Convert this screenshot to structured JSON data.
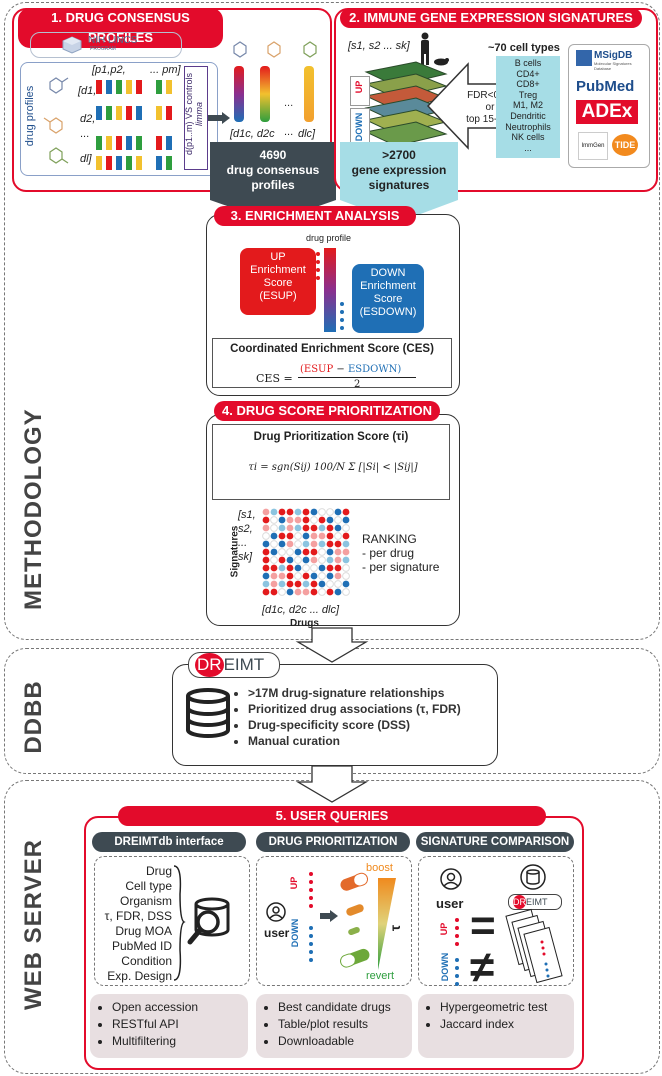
{
  "sections": {
    "methodology": "METHODOLOGY",
    "ddbb": "DDBB",
    "webserver": "WEB SERVER"
  },
  "panel1": {
    "title": "1. DRUG CONSENSUS PROFILES",
    "nih_logo": "NIH LINCS",
    "nih_program": "PROGRAM",
    "drug_profiles_label": "drug profiles",
    "p_header_left": "[p1,p2,",
    "p_header_right": "... pm]",
    "row_d1": "[d1,",
    "row_d2": "d2,",
    "row_dots": "...",
    "row_dl": "dl]",
    "limma_label": "d(p1..m) VS controls",
    "limma_italic": "limma",
    "consensus_header": "[d1c, d2c",
    "consensus_dots": "...",
    "consensus_dlc": "dlc]",
    "count": "4690",
    "count_label_1": "drug consensus",
    "count_label_2": "profiles"
  },
  "panel2": {
    "title": "2. IMMUNE GENE EXPRESSION SIGNATURES",
    "s_header": "[s1, s2 ... sk]",
    "up": "UP",
    "down": "DOWN",
    "cell_types_title": "~70 cell types",
    "cell_types": [
      "B cells",
      "CD4+",
      "CD8+",
      "Treg",
      "M1, M2",
      "Dendritic",
      "Neutrophils",
      "NK cells",
      "..."
    ],
    "fdr_1": "FDR<0.05",
    "fdr_2": "or",
    "fdr_3": "top 15-200",
    "count": ">2700",
    "count_label_1": "gene expression",
    "count_label_2": "signatures",
    "logos": [
      "MSigDB",
      "PubMed",
      "ADEx",
      "ImmGen",
      "TIDE"
    ],
    "msig_sub": "Molecular Signatures Database"
  },
  "panel3": {
    "title": "3. ENRICHMENT ANALYSIS",
    "drug_profile": "drug profile",
    "up_1": "UP",
    "up_2": "Enrichment",
    "up_3": "Score",
    "up_4": "(ESUP)",
    "down_1": "DOWN",
    "down_2": "Enrichment",
    "down_3": "Score",
    "down_4": "(ESDOWN)",
    "ces_title": "Coordinated Enrichment Score (CES)",
    "ces_lhs": "CES =",
    "ces_num_left": "(ESUP",
    "ces_num_minus": " − ",
    "ces_num_right": "ESDOWN)",
    "ces_den": "2"
  },
  "panel4": {
    "title": "4. DRUG SCORE PRIORITIZATION",
    "dps_title": "Drug Prioritization Score (τi)",
    "formula": "τi = sgn(Sij) 100/N Σ [|Si| < |Sij|]",
    "signatures": "Signatures",
    "drugs": "Drugs",
    "rows": [
      "[s1,",
      "s2,",
      "...",
      "sk]"
    ],
    "cols": "[d1c, d2c ... dlc]",
    "ranking": "RANKING",
    "rank_items": [
      "- per drug",
      "- per signature"
    ]
  },
  "ddbb": {
    "logo_dr": "DR",
    "logo_eimt": "EIMT",
    "items": [
      ">17M drug-signature relationships",
      "Prioritized drug associations (τ, FDR)",
      "Drug-specificity score (DSS)",
      "Manual curation"
    ]
  },
  "web": {
    "title": "5. USER QUERIES",
    "col1": {
      "title": "DREIMTdb interface",
      "items": [
        "Drug",
        "Cell type",
        "Organism",
        "τ, FDR, DSS",
        "Drug MOA",
        "PubMed ID",
        "Condition",
        "Exp. Design"
      ],
      "features": [
        "Open accession",
        "RESTful API",
        "Multifiltering"
      ]
    },
    "col2": {
      "title": "DRUG PRIORITIZATION",
      "user": "user",
      "up": "UP",
      "down": "DOWN",
      "boost": "boost",
      "revert": "revert",
      "tau": "τ",
      "features": [
        "Best candidate drugs",
        "Table/plot results",
        "Downloadable"
      ]
    },
    "col3": {
      "title": "SIGNATURE COMPARISON",
      "user": "user",
      "up": "UP",
      "down": "DOWN",
      "logo_dr": "DR",
      "logo_eimt": "EIMT",
      "features": [
        "Hypergeometric test",
        "Jaccard index"
      ]
    }
  },
  "colors": {
    "red": "#e30b2b",
    "blue": "#1f6fb5",
    "dark": "#3e4a52",
    "cyan": "#a6dde6",
    "green": "#2e9e3e"
  }
}
